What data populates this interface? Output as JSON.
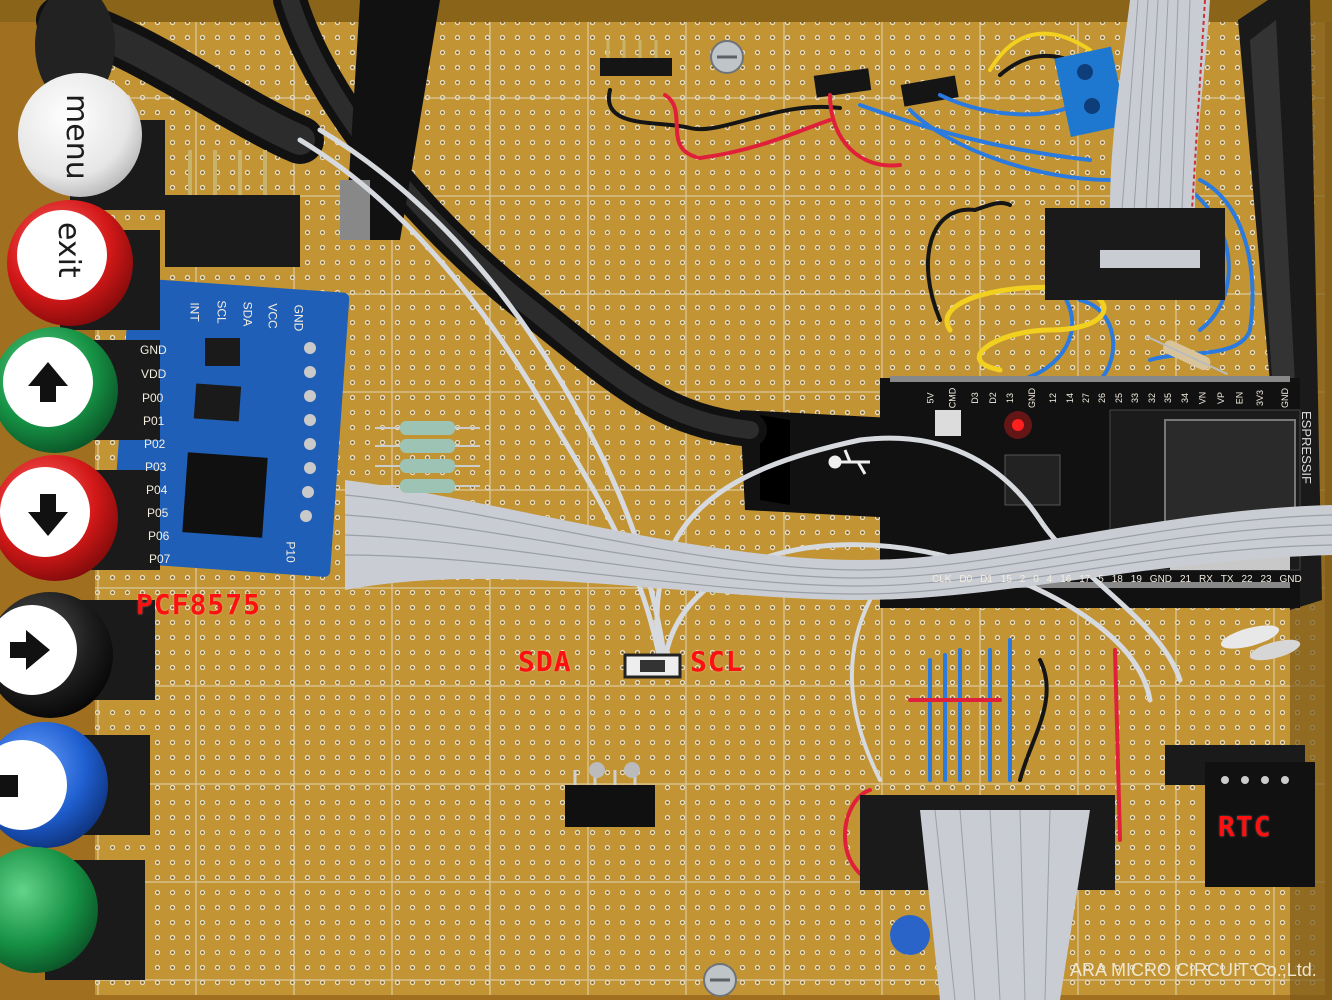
{
  "annotations": {
    "pcf": "PCF8575",
    "sda": "SDA",
    "scl": "SCL",
    "rtc": "RTC"
  },
  "buttons": {
    "menu": "menu",
    "exit": "exit"
  },
  "board": {
    "maker": "ARA MICRO CIRCUIT Co.,Ltd."
  },
  "pcf_module": {
    "pins_left": [
      "GND",
      "VDD",
      "P00",
      "P01",
      "P02",
      "P03",
      "P04",
      "P05",
      "P06",
      "P07"
    ],
    "pins_top": [
      "INT",
      "SCL",
      "SDA",
      "VCC",
      "GND"
    ],
    "pin_p10": "P10"
  },
  "esp32": {
    "brand": "ESPRESSIF",
    "top_pins": [
      "GND",
      "3V3",
      "EN",
      "VP",
      "VN",
      "34",
      "35",
      "32",
      "33",
      "25",
      "26",
      "27",
      "14",
      "12",
      "GND",
      "13",
      "D2",
      "D3",
      "CMD",
      "5V"
    ],
    "bottom_pins": [
      "CLK",
      "D0",
      "D1",
      "15",
      "2",
      "0",
      "4",
      "16",
      "17",
      "5",
      "18",
      "19",
      "GND",
      "21",
      "RX",
      "TX",
      "22",
      "23",
      "GND"
    ]
  },
  "colors": {
    "annotation": "#ff1010",
    "board": "#b98a2a",
    "module_blue": "#1f5fb8"
  }
}
